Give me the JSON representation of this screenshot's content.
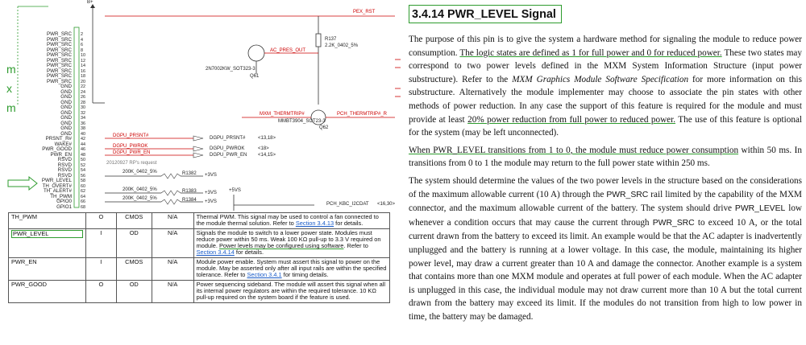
{
  "schematic": {
    "power_net": "B+",
    "mxm_letters": [
      "m",
      "x",
      "m"
    ],
    "pins": [
      {
        "label": "PWR_SRC",
        "num": "2"
      },
      {
        "label": "PWR_SRC",
        "num": "4"
      },
      {
        "label": "PWR_SRC",
        "num": "6"
      },
      {
        "label": "PWR_SRC",
        "num": "8"
      },
      {
        "label": "PWR_SRC",
        "num": "10"
      },
      {
        "label": "PWR_SRC",
        "num": "12"
      },
      {
        "label": "PWR_SRC",
        "num": "14"
      },
      {
        "label": "PWR_SRC",
        "num": "16"
      },
      {
        "label": "PWR_SRC",
        "num": "18"
      },
      {
        "label": "PWR_SRC",
        "num": "20"
      },
      {
        "label": "GND",
        "num": "22"
      },
      {
        "label": "GND",
        "num": "24"
      },
      {
        "label": "GND",
        "num": "26"
      },
      {
        "label": "GND",
        "num": "28"
      },
      {
        "label": "GND",
        "num": "30"
      },
      {
        "label": "GND",
        "num": "32"
      },
      {
        "label": "GND",
        "num": "34"
      },
      {
        "label": "GND",
        "num": "36"
      },
      {
        "label": "GND",
        "num": "38"
      },
      {
        "label": "GND",
        "num": "40"
      },
      {
        "label": "PRSNT_R#",
        "num": "42"
      },
      {
        "label": "WAKE#",
        "num": "44"
      },
      {
        "label": "PWR_GOOD",
        "num": "46"
      },
      {
        "label": "PWR_EN",
        "num": "48"
      },
      {
        "label": "RSVD",
        "num": "50"
      },
      {
        "label": "RSVD",
        "num": "52"
      },
      {
        "label": "RSVD",
        "num": "54"
      },
      {
        "label": "RSVD",
        "num": "56"
      },
      {
        "label": "PWR_LEVEL",
        "num": "58"
      },
      {
        "label": "TH_OVERT#",
        "num": "60"
      },
      {
        "label": "TH_ALERT#",
        "num": "62"
      },
      {
        "label": "TH_PWM",
        "num": "64"
      },
      {
        "label": "GPIO0",
        "num": "66"
      },
      {
        "label": "GPIO1",
        "num": "68"
      }
    ],
    "nets": {
      "pex_rst": "PEX_RST",
      "ac_pres_out": "AC_PRES_OUT",
      "r137": "R137",
      "r137_val": "2.2K_0402_5%",
      "q61_part": "2N7002KW_SOT323-3",
      "q61": "Q61",
      "mxm_thermtrip": "MXM_THERMTRIP#",
      "pch_thermtrip": "PCH_THERMTRIP#_R",
      "q62_part": "MMBT3904_SOT23-3",
      "q62": "Q62",
      "dgpu_prsnt_red": "DGPU_PRSNT#",
      "dgpu_prsnt": "DGPU_PRSNT#",
      "dgpu_prsnt_ref": "<13,18>",
      "dgpu_pwrok_red": "DGPU_PWROK",
      "dgpu_pwrok": "DGPU_PWROK",
      "dgpu_pwrok_ref": "<18>",
      "dgpu_pwr_en_red": "DGPU_PWR_EN",
      "dgpu_pwr_en": "DGPU_PWR_EN",
      "dgpu_pwr_en_ref": "<14,15>",
      "note": "20120927 RP's request",
      "r1382_val": "200K_0402_5%",
      "r1382": "R1382",
      "r1383_val": "200K_0402_5%",
      "r1383": "R1383",
      "r1384_val": "200K_0402_5%",
      "r1384": "R1384",
      "rail_3vs": "+3VS",
      "rail_5vs": "+5VS",
      "pch_kbc": "PCH_KBC_I2CDAT",
      "pch_kbc_ref": "<16,30>"
    }
  },
  "table": {
    "rows": [
      {
        "signal": "TH_PWM",
        "dir": "O",
        "type": "CMOS",
        "pull": "N/A",
        "desc_a": "Thermal PWM. This signal may be used to control a fan connected to the module thermal solution. Refer to ",
        "link": "Section 3.4.13",
        "desc_b": " for details."
      },
      {
        "signal": "PWR_LEVEL",
        "dir": "I",
        "type": "OD",
        "pull": "N/A",
        "desc_a": "Signals the module to switch to a lower power state. Modules must reduce power within 50 ms. Weak 100 KΩ pull-up to 3.3 V required on module. ",
        "desc_hl": "Power levels may be configured using software",
        "desc_c": ". Refer to ",
        "link": "Section 3.4.14",
        "desc_b": " for details."
      },
      {
        "signal": "PWR_EN",
        "dir": "I",
        "type": "CMOS",
        "pull": "N/A",
        "desc_a": "Module power enable. System must assert this signal to power on the module. May be asserted only after all input rails are within the specified tolerance. Refer to ",
        "link": "Section 3.4.1",
        "desc_b": " for timing details."
      },
      {
        "signal": "PWR_GOOD",
        "dir": "O",
        "type": "OD",
        "pull": "N/A",
        "desc_a": "Power sequencing sideband. The module will assert this signal when all its internal power regulators are within the required tolerance. 10 KΩ pull-up required on the system board if the feature is used.",
        "link": "",
        "desc_b": ""
      }
    ]
  },
  "document": {
    "heading": "3.4.14  PWR_LEVEL Signal",
    "p1_a": "The purpose of this pin is to give the system a hardware method for signaling the module to reduce power consumption.",
    "p1_u1": "The logic states are defined as 1 for full power and 0 for reduced power.",
    "p1_b": " These two states may correspond to two power levels defined in the MXM System Information Structure (input power substructure).  Refer to the ",
    "p1_i": "MXM Graphics Module Software Specification",
    "p1_c": " for more information on this substructure.  Alternatively the module implementer may choose to associate the pin states with other methods of power reduction.  In any case the support of this feature is required for the module and must provide at least ",
    "p1_u2": "20% power reduction from full power to reduced power.",
    "p1_d": " The use of this feature is optional for the system (may be left unconnected).",
    "p2_u": "When  PWR_LEVEL  transitions from 1 to 0, the module must reduce power consumption",
    "p2_a": " within 50 ms. In transitions from 0 to 1 the module may return to the full power state within 250 ms.",
    "p3_a": "The system should determine the values of the two power levels in the structure based on the considerations of the maximum allowable current (10 A) through the ",
    "p3_m1": "PWR_SRC",
    "p3_b": " rail limited by the capability of the MXM connector, and the maximum allowable current of the battery.  The system should drive ",
    "p3_m2": "PWR_LEVEL",
    "p3_c": " low whenever a condition occurs that may cause the current through ",
    "p3_m3": "PWR_SRC",
    "p3_d": " to exceed 10 A, or the total current drawn from the battery to exceed its limit.  An example would be that the AC adapter is inadvertently unplugged and the battery is running at a lower voltage.  In this case, the module, maintaining its higher power level, may draw a current greater than 10 A and damage the connector.  Another example is a system that contains more than one MXM module and operates at full power of each module.  When the AC adapter is unplugged in this case, the individual module may not draw current more than 10 A but the total current drawn from the battery may exceed its limit.  If the modules do not transition from high to low power in time, the battery may be damaged."
  }
}
